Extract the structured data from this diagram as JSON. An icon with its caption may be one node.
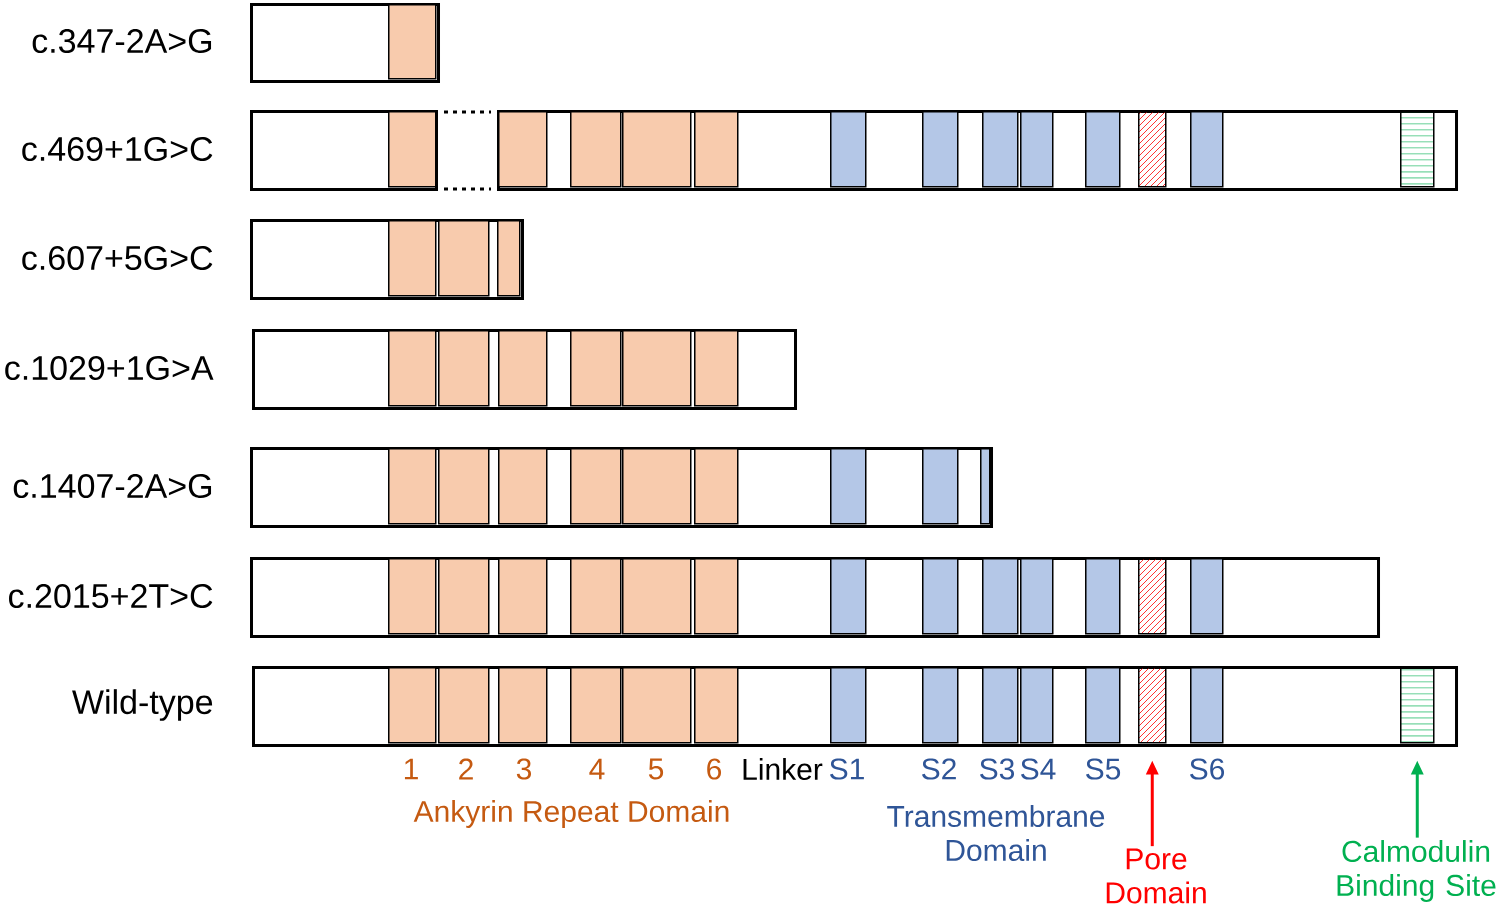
{
  "diagram": {
    "nodes": [
      {
        "text": [],
        "shape": "bar",
        "beside": [
          "c.347-2A>G"
        ]
      },
      {
        "text": [],
        "shape": "bar",
        "in": 0
      },
      {
        "text": [],
        "shape": "bar",
        "beside": [
          "c.469+1G>C"
        ]
      },
      {
        "text": [],
        "shape": "bar",
        "in": 2
      },
      {
        "text": [],
        "shape": "bar"
      },
      {
        "text": [],
        "shape": "bar",
        "in": 4
      },
      {
        "text": [],
        "shape": "bar",
        "in": 4
      },
      {
        "text": [],
        "shape": "bar",
        "in": 4
      },
      {
        "text": [],
        "shape": "bar",
        "in": 4
      },
      {
        "text": [],
        "shape": "bar",
        "in": 4
      },
      {
        "text": [],
        "shape": "bar",
        "in": 4
      },
      {
        "text": [],
        "shape": "bar",
        "in": 4
      },
      {
        "text": [],
        "shape": "bar",
        "in": 4
      },
      {
        "text": [],
        "shape": "bar",
        "in": 4
      },
      {
        "text": [],
        "shape": "bar",
        "in": 4
      },
      {
        "text": [],
        "shape": "bar",
        "in": 4
      },
      {
        "text": [],
        "shape": "bar",
        "in": 4
      },
      {
        "text": [],
        "shape": "bar",
        "beside": [
          "c.607+5G>C"
        ]
      },
      {
        "text": [],
        "shape": "bar",
        "in": 17
      },
      {
        "text": [],
        "shape": "bar",
        "in": 17
      },
      {
        "text": [],
        "shape": "bar",
        "in": 17
      },
      {
        "text": [],
        "shape": "bar",
        "beside": [
          "c.1029+1G>A"
        ]
      },
      {
        "text": [],
        "shape": "bar",
        "in": 21
      },
      {
        "text": [],
        "shape": "bar",
        "in": 21
      },
      {
        "text": [],
        "shape": "bar",
        "in": 21
      },
      {
        "text": [],
        "shape": "bar",
        "in": 21
      },
      {
        "text": [],
        "shape": "bar",
        "in": 21
      },
      {
        "text": [],
        "shape": "bar",
        "in": 21
      },
      {
        "text": [],
        "shape": "bar",
        "beside": [
          "c.1407-2A>G"
        ]
      },
      {
        "text": [],
        "shape": "bar",
        "in": 28
      },
      {
        "text": [],
        "shape": "bar",
        "in": 28
      },
      {
        "text": [],
        "shape": "bar",
        "in": 28
      },
      {
        "text": [],
        "shape": "bar",
        "in": 28
      },
      {
        "text": [],
        "shape": "bar",
        "in": 28
      },
      {
        "text": [],
        "shape": "bar",
        "in": 28
      },
      {
        "text": [],
        "shape": "bar",
        "in": 28
      },
      {
        "text": [],
        "shape": "bar",
        "in": 28
      },
      {
        "text": [],
        "shape": "bar",
        "in": 28
      },
      {
        "text": [],
        "shape": "bar",
        "beside": [
          "c.2015+2T>C"
        ]
      },
      {
        "text": [],
        "shape": "bar",
        "in": 38
      },
      {
        "text": [],
        "shape": "bar",
        "in": 38
      },
      {
        "text": [],
        "shape": "bar",
        "in": 38
      },
      {
        "text": [],
        "shape": "bar",
        "in": 38
      },
      {
        "text": [],
        "shape": "bar",
        "in": 38
      },
      {
        "text": [],
        "shape": "bar",
        "in": 38
      },
      {
        "text": [],
        "shape": "bar",
        "in": 38
      },
      {
        "text": [],
        "shape": "bar",
        "in": 38
      },
      {
        "text": [],
        "shape": "bar",
        "in": 38
      },
      {
        "text": [],
        "shape": "bar",
        "in": 38
      },
      {
        "text": [],
        "shape": "bar",
        "in": 38
      },
      {
        "text": [],
        "shape": "bar",
        "in": 38
      },
      {
        "text": [],
        "shape": "bar",
        "in": 38
      },
      {
        "text": [],
        "shape": "bar",
        "beside": [
          "Wild-type"
        ]
      },
      {
        "text": [],
        "shape": "bar",
        "in": 52
      },
      {
        "text": [],
        "shape": "bar",
        "in": 52
      },
      {
        "text": [],
        "shape": "bar",
        "in": 52
      },
      {
        "text": [],
        "shape": "bar",
        "in": 52
      },
      {
        "text": [],
        "shape": "bar",
        "in": 52
      },
      {
        "text": [],
        "shape": "bar",
        "in": 52
      },
      {
        "text": [],
        "shape": "bar",
        "in": 52
      },
      {
        "text": [],
        "shape": "bar",
        "in": 52
      },
      {
        "text": [],
        "shape": "bar",
        "in": 52
      },
      {
        "text": [],
        "shape": "bar",
        "in": 52
      },
      {
        "text": [],
        "shape": "bar",
        "in": 52
      },
      {
        "text": [],
        "shape": "bar",
        "in": 52
      },
      {
        "text": [],
        "shape": "bar",
        "in": 52
      },
      {
        "text": [],
        "shape": "bar",
        "in": 52
      },
      {
        "text": [
          "Pore Domain"
        ]
      },
      {
        "text": [
          "Calmodulin Binding Site"
        ]
      }
    ],
    "edges": [
      {
        "from": 2,
        "to": 4,
        "arrow": "none",
        "style": "dashed"
      },
      {
        "from": 2,
        "to": 4,
        "arrow": "none",
        "style": "dashed"
      },
      {
        "from": 67,
        "to": 64,
        "arrow": "to",
        "color": "#ff0000"
      },
      {
        "from": 68,
        "to": 66,
        "arrow": "to",
        "color": "#00b050"
      }
    ],
    "labels": [
      "1",
      "2",
      "3",
      "4",
      "5",
      "6",
      "Linker",
      "S1",
      "S2",
      "S3",
      "S4",
      "S5",
      "S6",
      "Ankyrin Repeat Domain",
      "Transmembrane Domain"
    ]
  }
}
